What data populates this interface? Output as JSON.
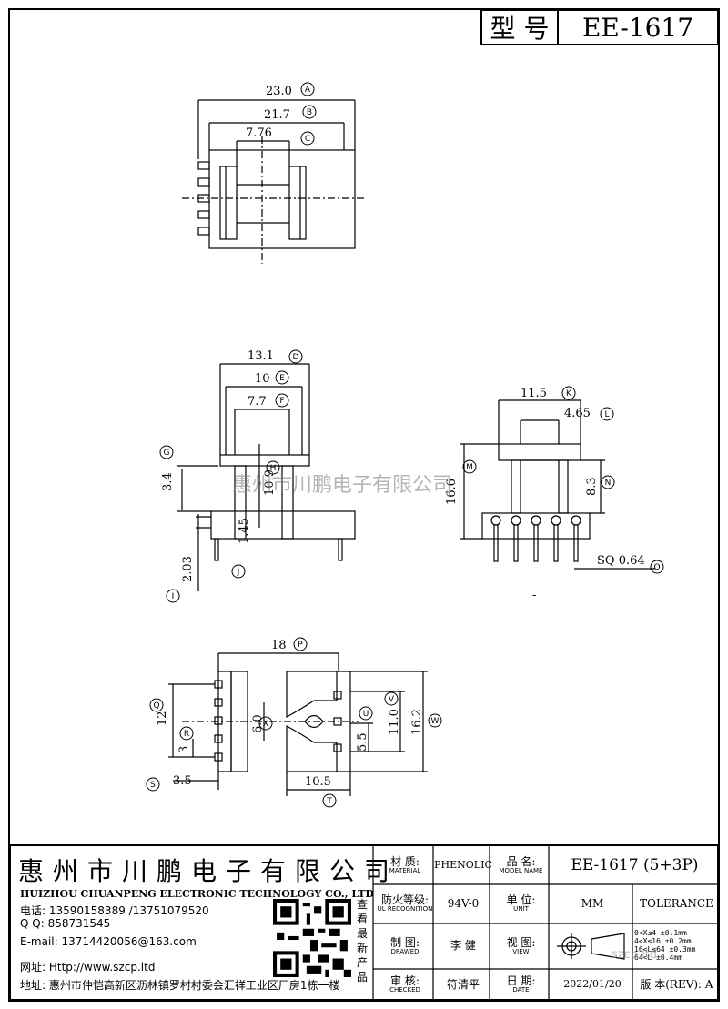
{
  "header": {
    "type_label": "型 号",
    "model": "EE-1617"
  },
  "drawing": {
    "dims": {
      "a": "23.0",
      "b": "21.7",
      "c": "7.76",
      "d": "13.1",
      "e": "10",
      "f": "7.7",
      "g": "3.4",
      "h": "10.9",
      "i": "2.03",
      "j": "1.45",
      "k": "11.5",
      "l": "4.65",
      "m": "16.6",
      "n": "8.3",
      "o": "SQ 0.64",
      "p": "18",
      "q": "12",
      "r": "3",
      "s": "3.5",
      "t": "10.5",
      "u": "5.5",
      "v": "11.0",
      "w": "16.2",
      "x": "6.0"
    },
    "letters": [
      "A",
      "B",
      "C",
      "D",
      "E",
      "F",
      "G",
      "H",
      "I",
      "J",
      "K",
      "L",
      "M",
      "N",
      "O",
      "P",
      "Q",
      "R",
      "S",
      "T",
      "U",
      "V",
      "W",
      "X"
    ],
    "watermark": "惠州市川鹏电子有限公司",
    "dash": "-"
  },
  "company": {
    "name_cn": "惠州市川鹏电子有限公司",
    "name_en": "HUIZHOU CHUANPENG ELECTRONIC TECHNOLOGY CO., LTD",
    "phone": "电话: 13590158389 /13751079520",
    "qq": "Q Q: 858731545",
    "email": "E-mail: 13714420056@163.com",
    "website": "网址: Http://www.szcp.ltd",
    "address": "地址: 惠州市仲恺高新区沥林镇罗村村委会汇祥工业区厂房1栋一楼",
    "qr_label": "查看最新产品"
  },
  "titleblock": {
    "material_cn": "材 质:",
    "material_en": "MATERIAL",
    "material_val": "PHENOLIC",
    "name_cn": "品 名:",
    "name_en": "MODEL NAME",
    "name_val": "EE-1617 (5+3P)",
    "ul_cn": "防火等级:",
    "ul_en": "UL RECOGNITION",
    "ul_val": "94V-0",
    "unit_cn": "单 位:",
    "unit_en": "UNIT",
    "unit_val": "MM",
    "tolerance": "TOLERANCE",
    "drawn_cn": "制 图:",
    "drawn_en": "DRAWED",
    "drawn_val": "李 健",
    "view_cn": "视 图:",
    "view_en": "VIEW",
    "checked_cn": "审 核:",
    "checked_en": "CHECKED",
    "checked_val": "符清平",
    "date_cn": "日 期:",
    "date_en": "DATE",
    "date_val": "2022/01/20",
    "rev_label": "版 本(REV): A",
    "tol_rows": [
      "0<X≤4  ±0.1mm",
      "4<X≤16  ±0.2mm",
      "16<L≤64 ±0.3mm",
      "64<L  ±0.4mm"
    ],
    "site_watermark": "szcp.ltd"
  }
}
